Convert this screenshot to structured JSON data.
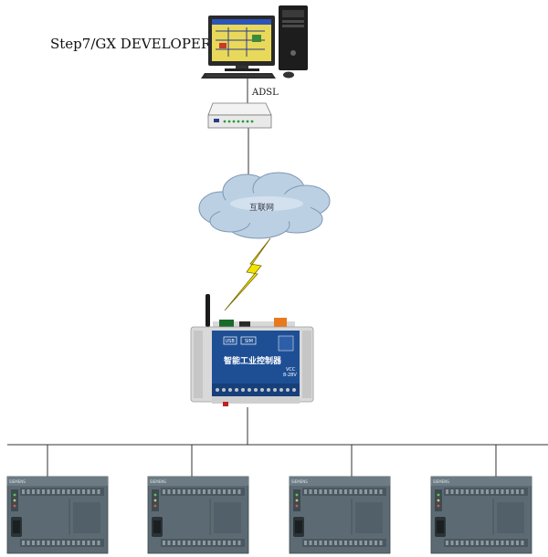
{
  "software_label": "Step7/GX DEVELOPER",
  "link_label": "ADSL",
  "cloud_label": "互联网",
  "controller": {
    "title": "智能工业控制器",
    "usb_label": "USB",
    "sim_label": "SIM",
    "vcc_label": "VCC",
    "voltage_label": "8-28V"
  },
  "plc_brand": "SIEMENS",
  "plc_count": 4,
  "colors": {
    "controller_blue": "#1e4f95",
    "plc_body": "#5c6b73",
    "cloud_fill": "#bcd0e3",
    "lightning": "#f2e600"
  }
}
